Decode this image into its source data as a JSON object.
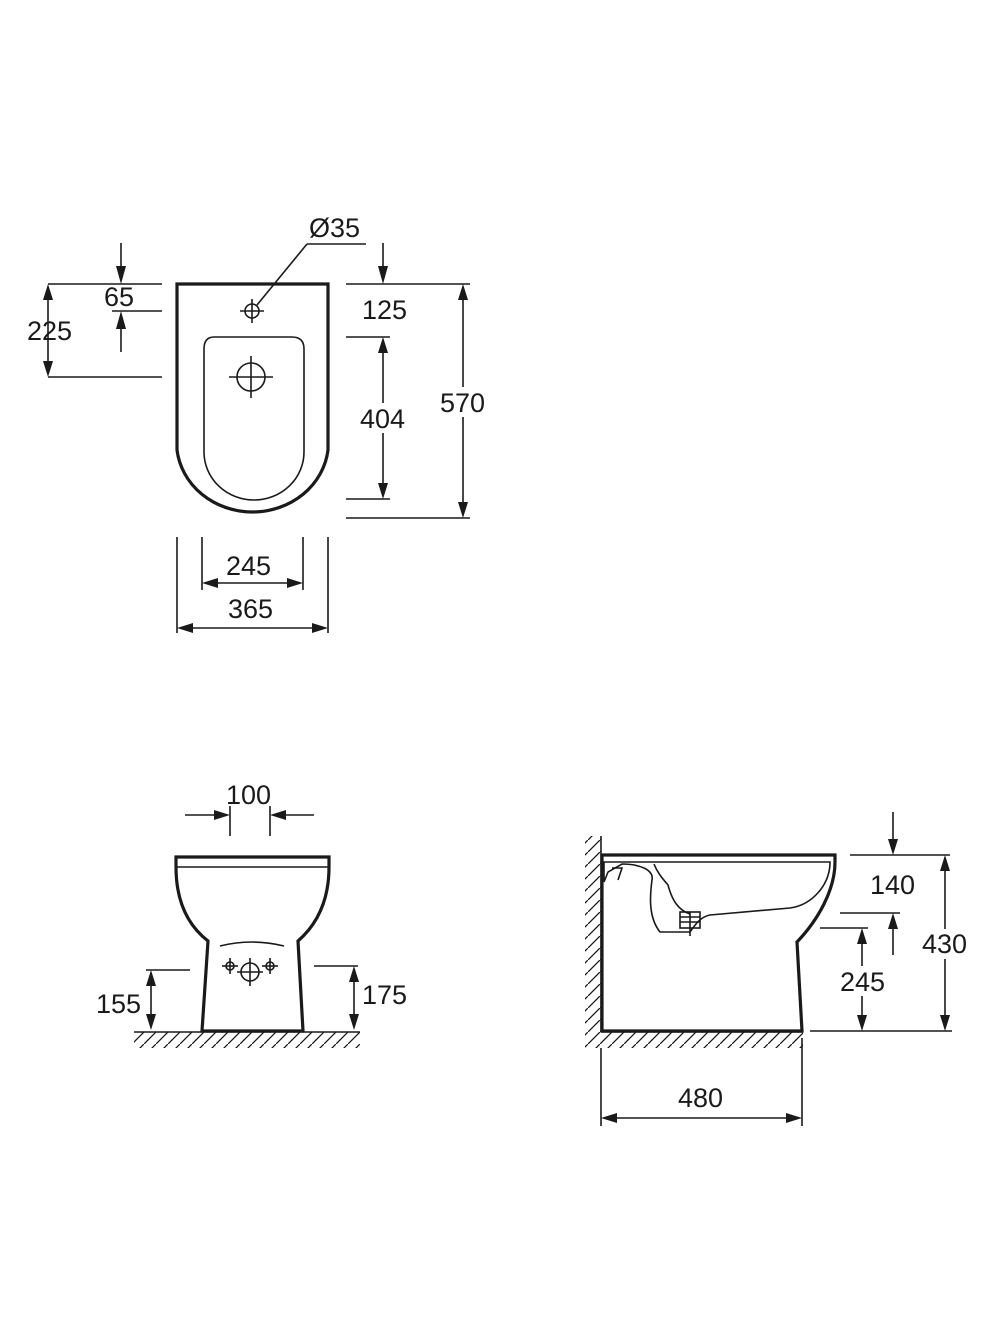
{
  "top_view": {
    "hole_diameter": "Ø35",
    "tap_hole_offset": "65",
    "bowl_center_offset": "225",
    "rim_to_bowl": "125",
    "bowl_length": "404",
    "overall_length": "570",
    "bowl_width": "245",
    "overall_width": "365"
  },
  "front_view": {
    "outlet_spacing": "100",
    "left_fixing_height": "155",
    "right_fixing_height": "175"
  },
  "side_view": {
    "rim_depth": "140",
    "overall_height": "430",
    "outlet_height": "245",
    "projection": "480"
  }
}
